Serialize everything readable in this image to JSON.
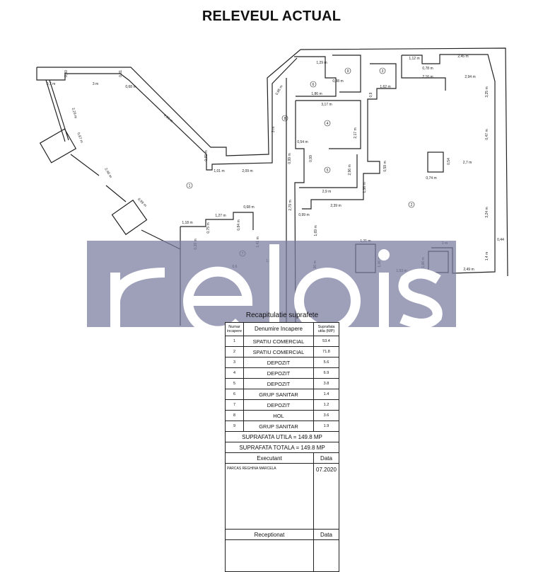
{
  "title": "RELEVEUL ACTUAL",
  "watermark": "relois",
  "plan": {
    "room_numbers": [
      "1",
      "2",
      "3",
      "4",
      "5",
      "6",
      "7",
      "8",
      "9"
    ],
    "dimensions": [
      "0,7 m",
      "3 m",
      "0,68 m",
      "0,30",
      "0,31",
      "2,29 m",
      "0,97 m",
      "2,46 m",
      "0,99 m",
      "4,93 m",
      "0,69 m",
      "1,01 m",
      "2,09 m",
      "3 m",
      "0,95 m",
      "1,29 m",
      "1,86 m",
      "0,88 m",
      "3,17 m",
      "2,17 m",
      "0,54 m",
      "0,99 m",
      "0,99",
      "2,96 m",
      "2,9 m",
      "1,36 m",
      "2,39 m",
      "0,99 m",
      "1,69 m",
      "2,79 m",
      "1,12 m",
      "2,45 m",
      "0,78 m",
      "2,16 m",
      "2,94 m",
      "1,62 m",
      "0,9",
      "3,25 m",
      "0,47 m",
      "0,54",
      "2,7 m",
      "0,74 m",
      "0,59 m",
      "3,24 m",
      "0,44",
      "1,4 m",
      "2,49 m",
      "1,21 m",
      "1,06 m",
      "1,53 m",
      "1 m",
      "1,06 m",
      "1,18 m",
      "1,27 m",
      "0,68 m",
      "0,75 m",
      "0,28 m",
      "0,84 m",
      "1,41 m",
      "1,89 m",
      "0,6",
      "1,36 m"
    ]
  },
  "summary": {
    "title": "Recapitulatie suprafete",
    "headers": {
      "nr": "Numar incapere",
      "name": "Denumire Incapere",
      "area": "Suprafata utila (MP)"
    },
    "rows": [
      {
        "nr": "1",
        "name": "SPATIU COMERCIAL",
        "area": "53.4"
      },
      {
        "nr": "2",
        "name": "SPATIU COMERCIAL",
        "area": "71.8"
      },
      {
        "nr": "3",
        "name": "DEPOZIT",
        "area": "5.6"
      },
      {
        "nr": "4",
        "name": "DEPOZIT",
        "area": "6.9"
      },
      {
        "nr": "5",
        "name": "DEPOZIT",
        "area": "3.8"
      },
      {
        "nr": "6",
        "name": "GRUP SANITAR",
        "area": "1.4"
      },
      {
        "nr": "7",
        "name": "DEPOZIT",
        "area": "1.2"
      },
      {
        "nr": "8",
        "name": "HOL",
        "area": "3.6"
      },
      {
        "nr": "9",
        "name": "GRUP SANITAR",
        "area": "1.9"
      }
    ],
    "suprafata_utila": "SUPRAFATA UTILA = 149.8 MP",
    "suprafata_totala": "SUPRAFATA TOTALA = 149.8 MP",
    "executant_label": "Executant",
    "data_label": "Data",
    "executant_name": "PARCAS REGHINA MARCELA",
    "executant_date": "07.2020",
    "receptionat_label": "Receptionat",
    "data_label_2": "Data"
  }
}
